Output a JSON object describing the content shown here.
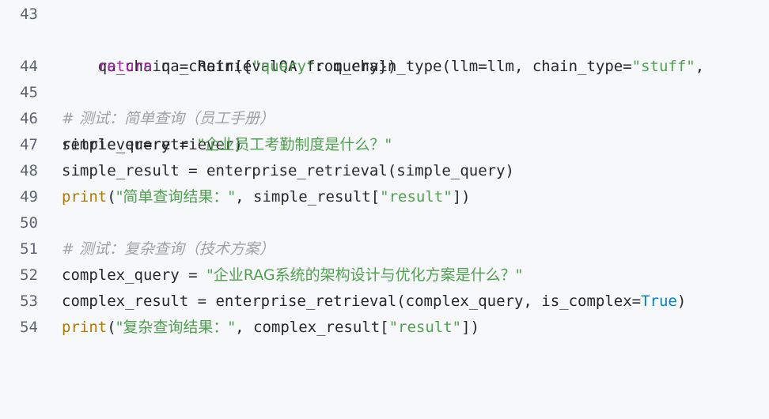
{
  "lines": [
    {
      "num": "43",
      "indent": "    ",
      "text1": "qa_chain = RetrievalQA.from_chain_type(llm=llm, chain_type=",
      "str": "\"stuff\"",
      "text2": ",",
      "cont": "retriever=retriever)"
    },
    {
      "num": "44",
      "indent": "    ",
      "kw": "return",
      "text1": " qa_chain({",
      "str": "\"query\"",
      "text2": ": query})"
    },
    {
      "num": "45"
    },
    {
      "num": "46",
      "comment": "# 测试：简单查询（员工手册）"
    },
    {
      "num": "47",
      "text1": "simple_query = ",
      "str": "\"企业员工考勤制度是什么？\""
    },
    {
      "num": "48",
      "text1": "simple_result = enterprise_retrieval(simple_query)"
    },
    {
      "num": "49",
      "fn": "print",
      "text1": "(",
      "str": "\"简单查询结果：\"",
      "text2": ", simple_result[",
      "str2": "\"result\"",
      "text3": "])"
    },
    {
      "num": "50"
    },
    {
      "num": "51",
      "comment": "# 测试：复杂查询（技术方案）"
    },
    {
      "num": "52",
      "text1": "complex_query = ",
      "str": "\"企业RAG系统的架构设计与优化方案是什么？\""
    },
    {
      "num": "53",
      "text1": "complex_result = enterprise_retrieval(complex_query, is_complex=",
      "bool": "True",
      "text2": ")"
    },
    {
      "num": "54",
      "fn": "print",
      "text1": "(",
      "str": "\"复杂查询结果：\"",
      "text2": ", complex_result[",
      "str2": "\"result\"",
      "text3": "])"
    }
  ],
  "colors": {
    "background": "#f6f8fa",
    "keyword": "#a626a4",
    "string": "#50a14f",
    "comment": "#a0a1a7",
    "builtin": "#b07a00",
    "boolean": "#0184bc",
    "line_number": "#5c6370"
  }
}
